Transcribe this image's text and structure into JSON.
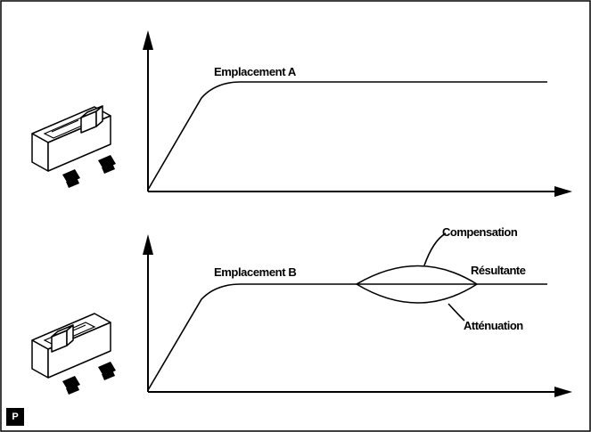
{
  "panel_top": {
    "label": "Emplacement A"
  },
  "panel_bottom": {
    "label": "Emplacement B",
    "annotations": {
      "compensation": "Compensation",
      "resultante": "Résultante",
      "attenuation": "Atténuation"
    }
  },
  "badge": {
    "letter": "P"
  },
  "colors": {
    "line": "#000000",
    "background": "#ffffff",
    "badge_bg": "#000000",
    "badge_fg": "#ffffff"
  },
  "icons": {
    "top_device": "slide-switch-icon",
    "bottom_device": "slide-switch-icon"
  }
}
